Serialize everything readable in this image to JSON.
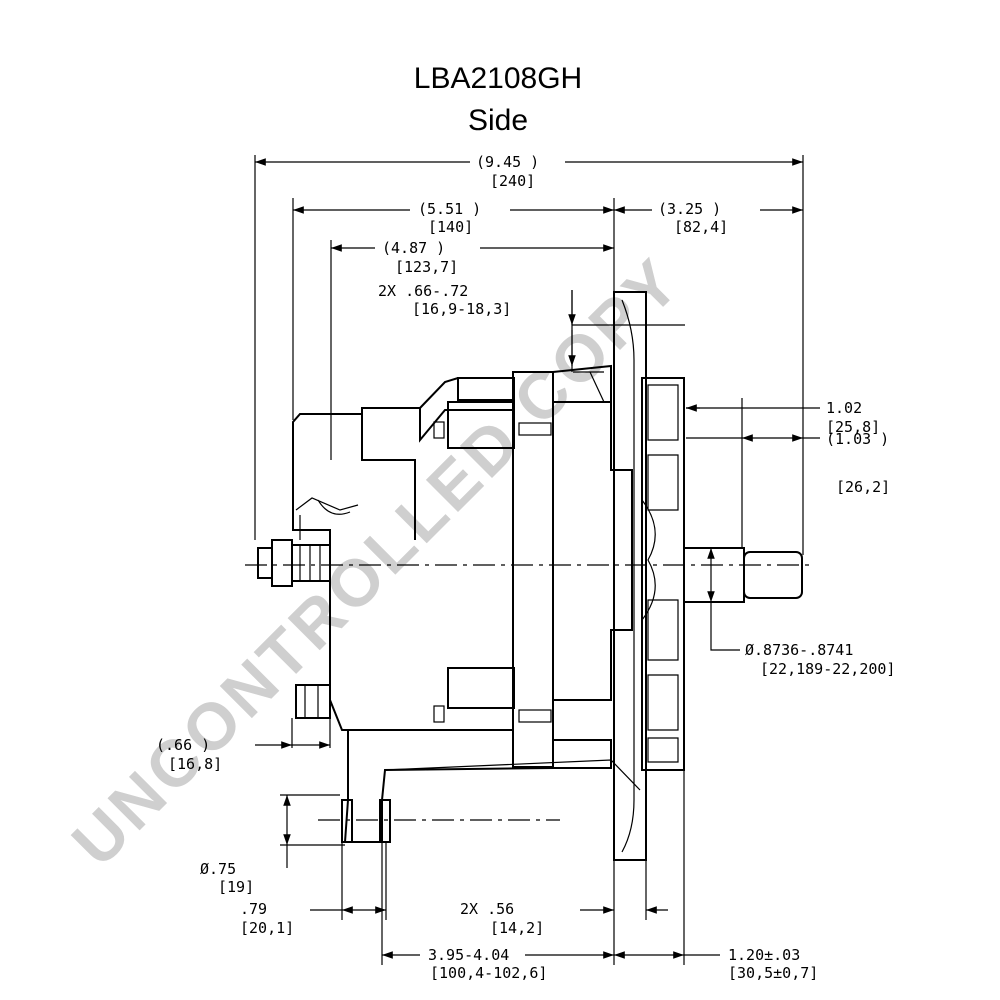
{
  "title": "LBA2108GH",
  "subtitle": "Side",
  "watermark": "UNCONTROLLED COPY",
  "dimensions": {
    "overall_length": {
      "in": "(9.45 )",
      "mm": "[240]"
    },
    "length_5_51": {
      "in": "(5.51 )",
      "mm": "[140]"
    },
    "length_3_25": {
      "in": "(3.25  )",
      "mm": "[82,4]"
    },
    "length_4_87": {
      "in": "(4.87   )",
      "mm": "[123,7]"
    },
    "ear_gap": {
      "in": "2X .66-.72",
      "mm": "[16,9-18,3]"
    },
    "shaft_1_02": {
      "in": "1.02",
      "mm": "[25,8]"
    },
    "shaft_1_03": {
      "in": "(1.03  )",
      "mm": "[26,2]"
    },
    "shaft_diameter": {
      "in": "Ø.8736-.8741",
      "mm": "[22,189-22,200]"
    },
    "terminal_0_66": {
      "in": "(.66   )",
      "mm": "[16,8]"
    },
    "mount_hole": {
      "in": "Ø.75",
      "mm": "[19]"
    },
    "mount_0_79": {
      "in": ".79",
      "mm": "[20,1]"
    },
    "flange_0_56": {
      "in": "2X .56",
      "mm": "[14,2]"
    },
    "mount_span": {
      "in": "3.95-4.04",
      "mm": "[100,4-102,6]"
    },
    "flange_1_20": {
      "in": "1.20±.03",
      "mm": "[30,5±0,7]"
    }
  }
}
